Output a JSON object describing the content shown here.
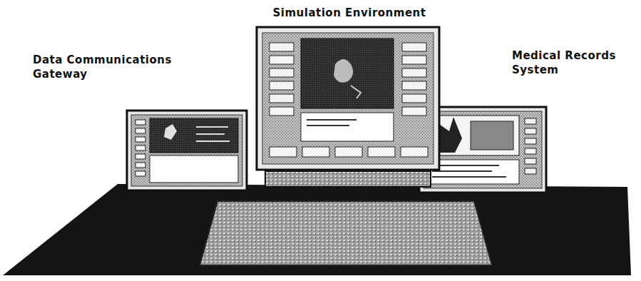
{
  "diagram": {
    "labels": [
      "Simulation Environment",
      "Data Communications Gateway",
      "Medical Records System"
    ]
  }
}
